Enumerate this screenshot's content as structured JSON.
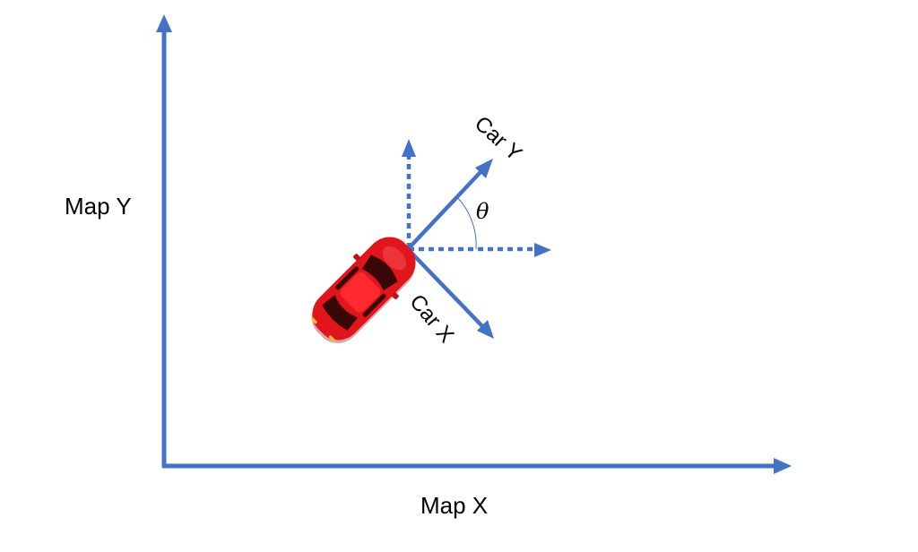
{
  "labels": {
    "map_x": "Map X",
    "map_y": "Map Y",
    "car_x": "Car X",
    "car_y": "Car Y",
    "theta": "θ"
  },
  "colors": {
    "axis": "#4472C4",
    "car_body": "#E0161C",
    "car_glass": "#3A0709",
    "text": "#000000"
  },
  "icons": {
    "vehicle": "car-top-view-icon"
  }
}
